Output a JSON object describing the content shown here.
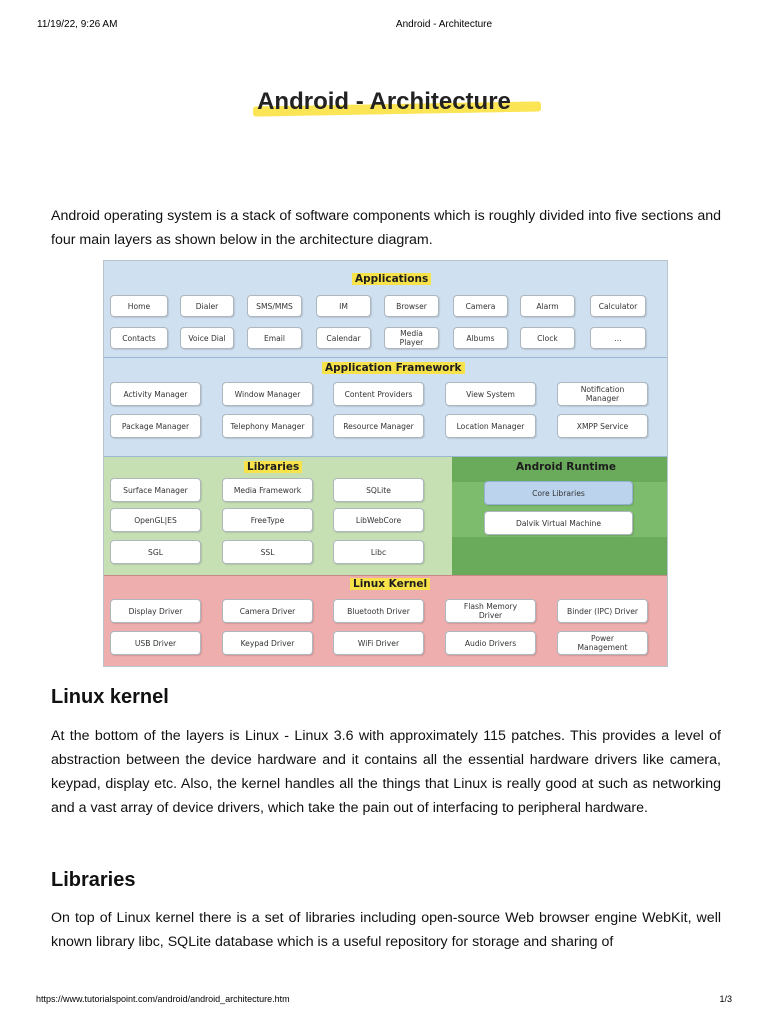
{
  "header": {
    "datetime": "11/19/22, 9:26 AM",
    "page_title": "Android - Architecture"
  },
  "title": "Android - Architecture",
  "intro": "Android operating system is a stack of software components which is roughly divided into five sections and four main layers as shown below in the architecture diagram.",
  "diagram": {
    "applications": {
      "title": "Applications",
      "row1": [
        "Home",
        "Dialer",
        "SMS/MMS",
        "IM",
        "Browser",
        "Camera",
        "Alarm",
        "Calculator"
      ],
      "row2": [
        "Contacts",
        "Voice Dial",
        "Email",
        "Calendar",
        "Media Player",
        "Albums",
        "Clock",
        "..."
      ]
    },
    "framework": {
      "title": "Application Framework",
      "row1": [
        "Activity Manager",
        "Window Manager",
        "Content Providers",
        "View System",
        "Notification Manager"
      ],
      "row2": [
        "Package Manager",
        "Telephony Manager",
        "Resource Manager",
        "Location Manager",
        "XMPP Service"
      ]
    },
    "libraries": {
      "title": "Libraries",
      "items": [
        "Surface Manager",
        "Media Framework",
        "SQLite",
        "OpenGL|ES",
        "FreeType",
        "LibWebCore",
        "SGL",
        "SSL",
        "Libc"
      ]
    },
    "runtime": {
      "title": "Android Runtime",
      "items": [
        "Core Libraries",
        "Dalvik Virtual Machine"
      ]
    },
    "kernel": {
      "title": "Linux Kernel",
      "row1": [
        "Display Driver",
        "Camera Driver",
        "Bluetooth Driver",
        "Flash Memory Driver",
        "Binder (IPC) Driver"
      ],
      "row2": [
        "USB Driver",
        "Keypad Driver",
        "WiFi Driver",
        "Audio Drivers",
        "Power Management"
      ]
    }
  },
  "section_kernel": {
    "heading": "Linux kernel",
    "text": "At the bottom of the layers is Linux - Linux 3.6 with approximately 115 patches. This provides a level of abstraction between the device hardware and it contains all the essential hardware drivers like camera, keypad, display etc. Also, the kernel handles all the things that Linux is really good at such as networking and a vast array of device drivers, which take the pain out of interfacing to peripheral hardware."
  },
  "section_libraries": {
    "heading": "Libraries",
    "text": "On top of Linux kernel there is a set of libraries including open-source Web browser engine WebKit, well known library libc, SQLite database which is a useful repository for storage and sharing of"
  },
  "footer": {
    "url": "https://www.tutorialspoint.com/android/android_architecture.htm",
    "page": "1/3"
  }
}
